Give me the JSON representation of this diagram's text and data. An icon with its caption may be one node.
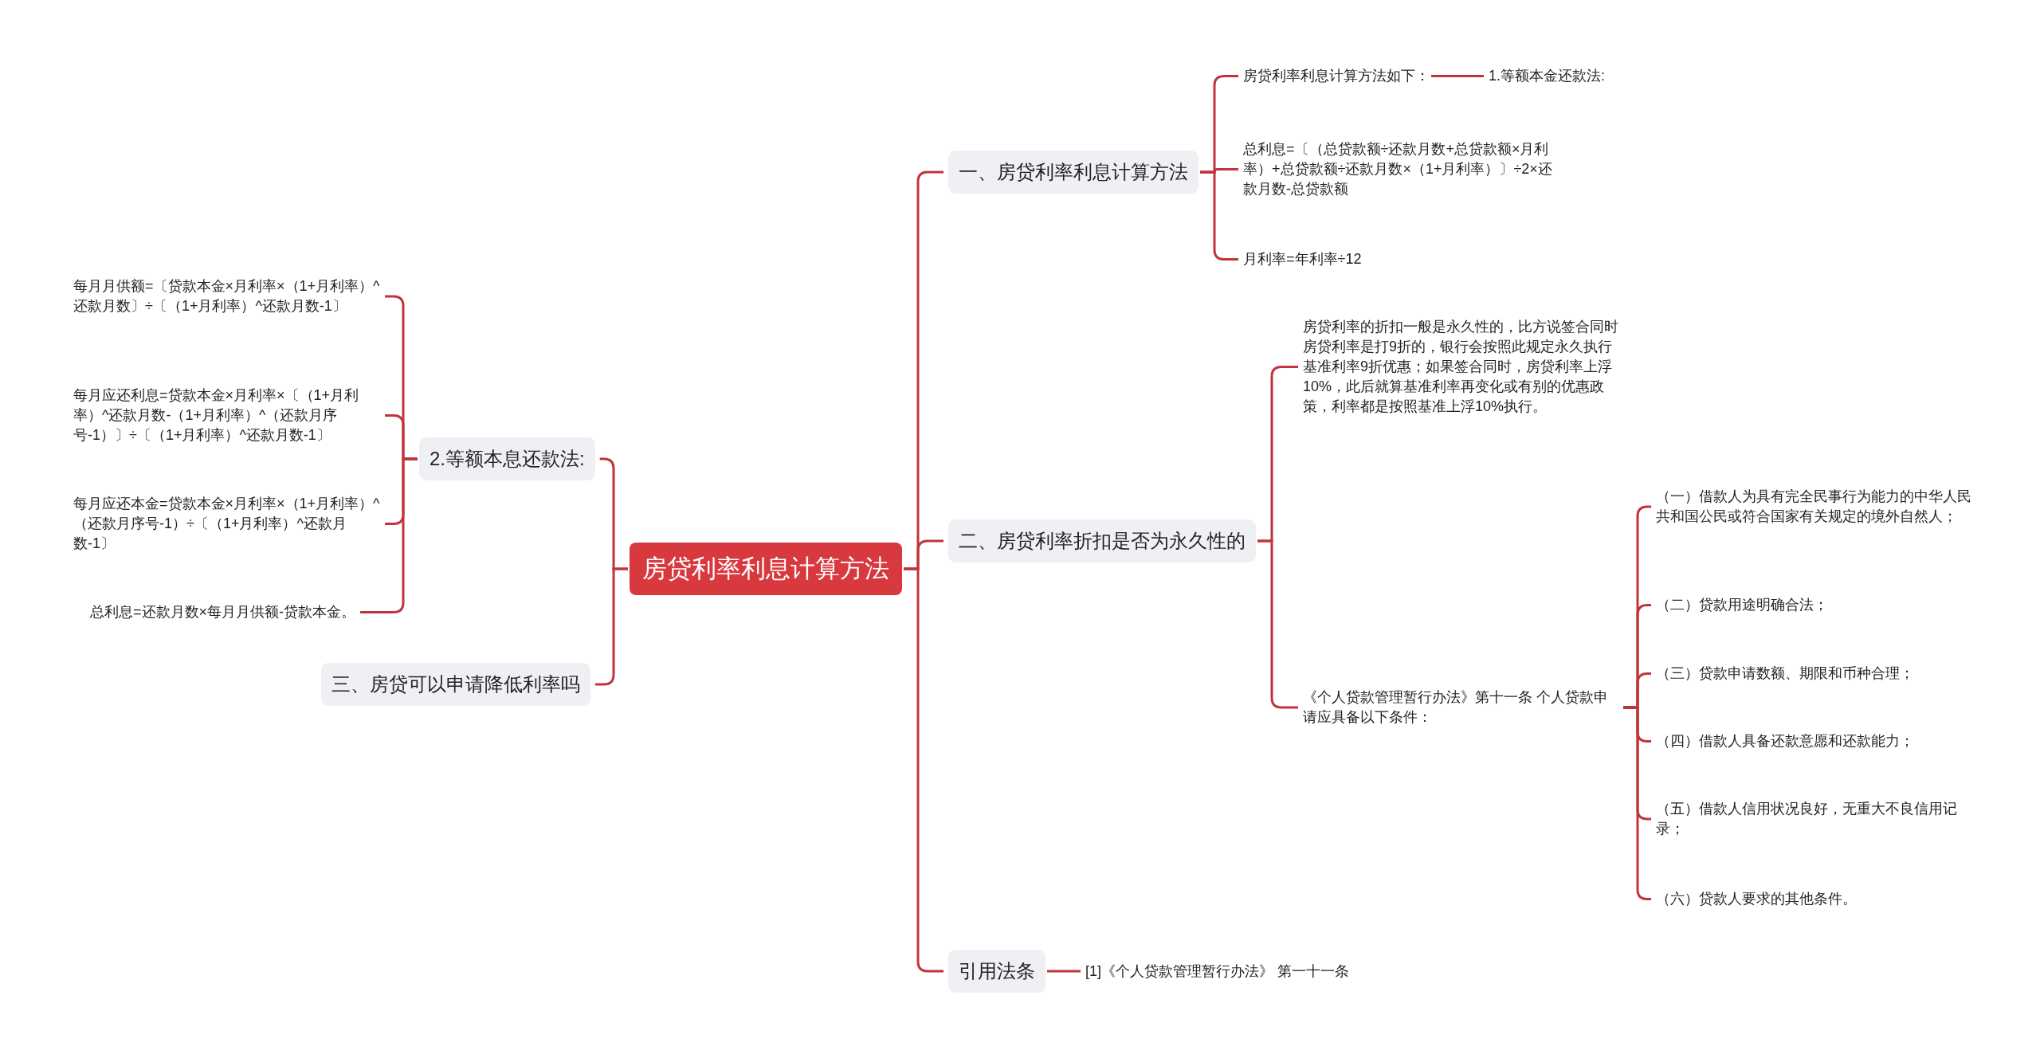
{
  "diagram": {
    "nodes": [
      {
        "text": [
          "房贷利率利息计算方法"
        ]
      },
      {
        "text": [
          "一、房贷利率利息计算方法"
        ]
      },
      {
        "text": [
          "房贷利率利息计算方法如下："
        ]
      },
      {
        "text": [
          "1.等额本金还款法:"
        ]
      },
      {
        "text": [
          "总利息=〔（总贷款额÷还款月数+总贷款额×月利率）+总贷款额÷还款月数×（1+月利率）〕÷2×还款月数-总贷款额"
        ]
      },
      {
        "text": [
          "月利率=年利率÷12"
        ]
      },
      {
        "text": [
          "二、房贷利率折扣是否为永久性的"
        ]
      },
      {
        "text": [
          "房贷利率的折扣一般是永久性的，比方说签合同时房贷利率是打9折的，银行会按照此规定永久执行基准利率9折优惠；如果签合同时，房贷利率上浮10%，此后就算基准利率再变化或有别的优惠政策，利率都是按照基准上浮10%执行。"
        ]
      },
      {
        "text": [
          "《个人贷款管理暂行办法》第十一条 个人贷款申请应具备以下条件："
        ]
      },
      {
        "text": [
          "（一）借款人为具有完全民事行为能力的中华人民共和国公民或符合国家有关规定的境外自然人；"
        ]
      },
      {
        "text": [
          "（二）贷款用途明确合法；"
        ]
      },
      {
        "text": [
          "（三）贷款申请数额、期限和币种合理；"
        ]
      },
      {
        "text": [
          "（四）借款人具备还款意愿和还款能力；"
        ]
      },
      {
        "text": [
          "（五）借款人信用状况良好，无重大不良信用记录；"
        ]
      },
      {
        "text": [
          "（六）贷款人要求的其他条件。"
        ]
      },
      {
        "text": [
          "引用法条"
        ]
      },
      {
        "text": [
          "[1]《个人贷款管理暂行办法》 第一十一条"
        ]
      },
      {
        "text": [
          "2.等额本息还款法:"
        ]
      },
      {
        "text": [
          "每月月供额=〔贷款本金×月利率×（1+月利率）^还款月数〕÷〔（1+月利率）^还款月数-1〕"
        ]
      },
      {
        "text": [
          "每月应还利息=贷款本金×月利率×〔（1+月利率）^还款月数-（1+月利率）^（还款月序号-1）〕÷〔（1+月利率）^还款月数-1〕"
        ]
      },
      {
        "text": [
          "每月应还本金=贷款本金×月利率×（1+月利率）^（还款月序号-1）÷〔（1+月利率）^还款月数-1〕"
        ]
      },
      {
        "text": [
          "总利息=还款月数×每月月供额-贷款本金。"
        ]
      },
      {
        "text": [
          "三、房贷可以申请降低利率吗"
        ]
      }
    ],
    "edges": [
      {
        "from": 0,
        "to": 1,
        "arrow": "none"
      },
      {
        "from": 1,
        "to": 2,
        "arrow": "none"
      },
      {
        "from": 2,
        "to": 3,
        "arrow": "none"
      },
      {
        "from": 1,
        "to": 4,
        "arrow": "none"
      },
      {
        "from": 1,
        "to": 5,
        "arrow": "none"
      },
      {
        "from": 0,
        "to": 6,
        "arrow": "none"
      },
      {
        "from": 6,
        "to": 7,
        "arrow": "none"
      },
      {
        "from": 6,
        "to": 8,
        "arrow": "none"
      },
      {
        "from": 8,
        "to": 9,
        "arrow": "none"
      },
      {
        "from": 8,
        "to": 10,
        "arrow": "none"
      },
      {
        "from": 8,
        "to": 11,
        "arrow": "none"
      },
      {
        "from": 8,
        "to": 12,
        "arrow": "none"
      },
      {
        "from": 8,
        "to": 13,
        "arrow": "none"
      },
      {
        "from": 8,
        "to": 14,
        "arrow": "none"
      },
      {
        "from": 0,
        "to": 15,
        "arrow": "none"
      },
      {
        "from": 15,
        "to": 16,
        "arrow": "none"
      },
      {
        "from": 0,
        "to": 17,
        "arrow": "none"
      },
      {
        "from": 17,
        "to": 18,
        "arrow": "none"
      },
      {
        "from": 17,
        "to": 19,
        "arrow": "none"
      },
      {
        "from": 17,
        "to": 20,
        "arrow": "none"
      },
      {
        "from": 17,
        "to": 21,
        "arrow": "none"
      },
      {
        "from": 0,
        "to": 22,
        "arrow": "none"
      }
    ]
  }
}
